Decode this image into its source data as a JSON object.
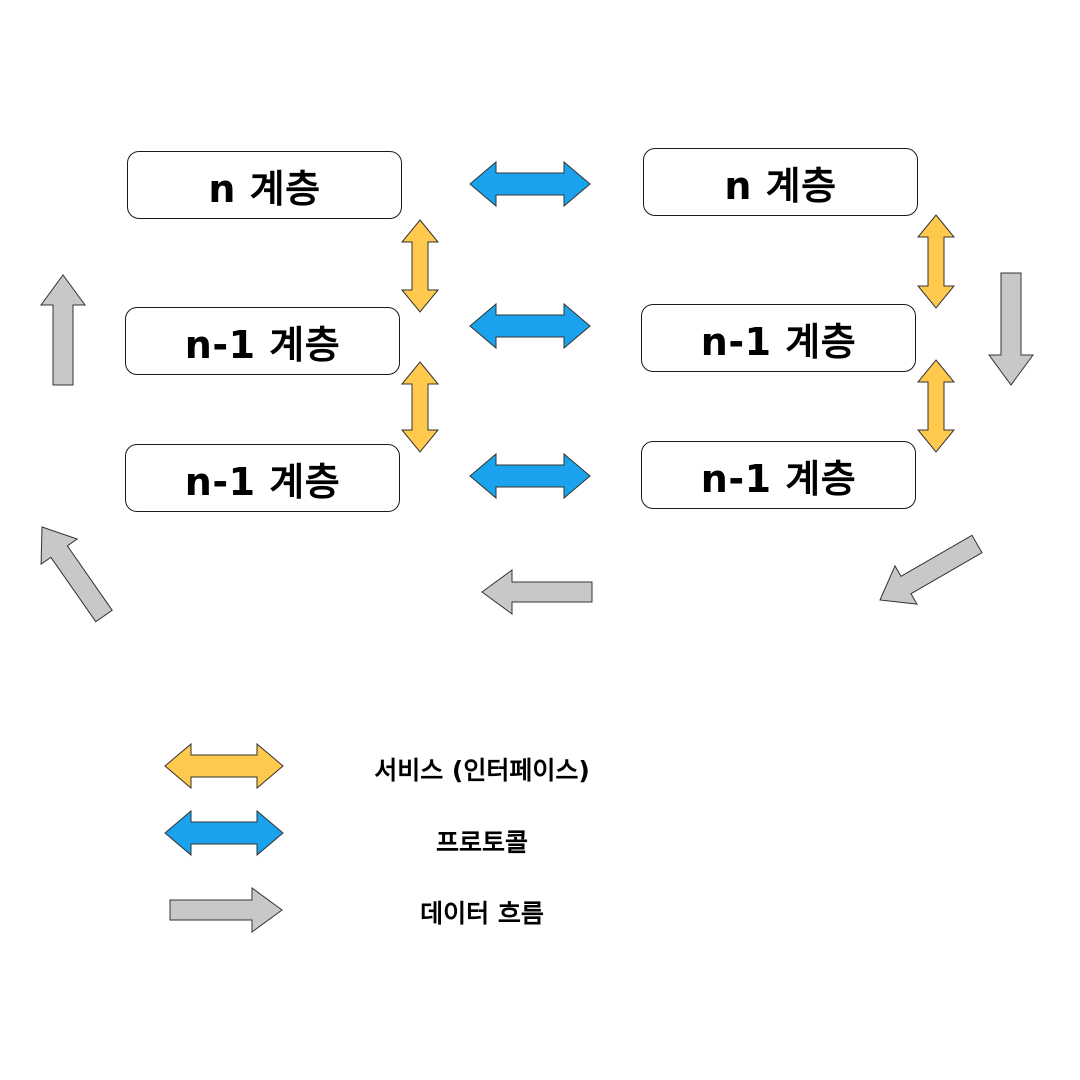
{
  "colors": {
    "service_arrow": "#ffc94d",
    "protocol_arrow": "#1aa3ec",
    "dataflow_arrow": "#c8c8c8",
    "arrow_stroke": "#333333",
    "box_border": "#1a1a1a"
  },
  "stacks": {
    "left": [
      {
        "label": "n 계층"
      },
      {
        "label": "n-1 계층"
      },
      {
        "label": "n-1 계층"
      }
    ],
    "right": [
      {
        "label": "n 계층"
      },
      {
        "label": "n-1 계층"
      },
      {
        "label": "n-1 계층"
      }
    ]
  },
  "legend": [
    {
      "icon": "service-arrow-icon",
      "label": "서비스 (인터페이스)"
    },
    {
      "icon": "protocol-arrow-icon",
      "label": "프로토콜"
    },
    {
      "icon": "data-flow-arrow-icon",
      "label": "데이터 흐름"
    }
  ]
}
